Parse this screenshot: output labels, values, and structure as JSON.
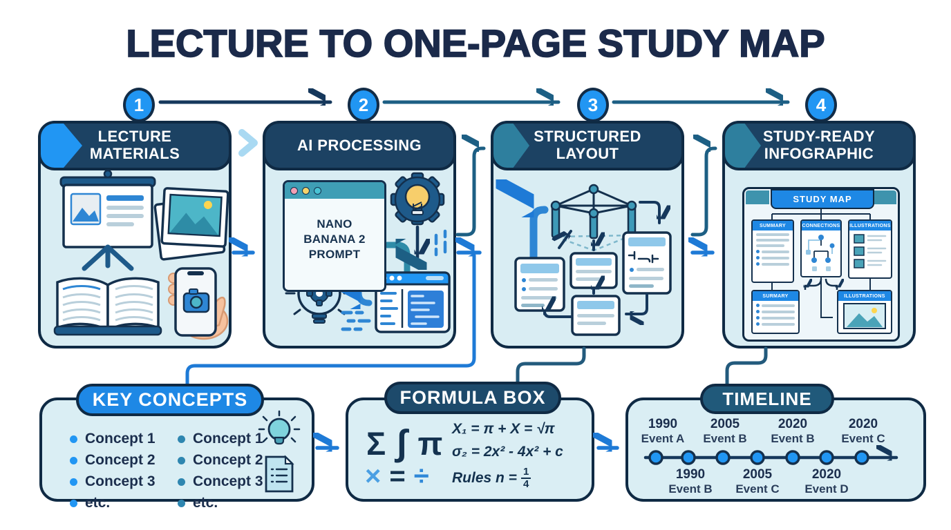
{
  "title": "LECTURE TO ONE-PAGE STUDY MAP",
  "steps": [
    {
      "number": "1",
      "label": "LECTURE MATERIALS"
    },
    {
      "number": "2",
      "label": "AI PROCESSING"
    },
    {
      "number": "3",
      "label": "STRUCTURED LAYOUT"
    },
    {
      "number": "4",
      "label": "STUDY-READY INFOGRAPHIC"
    }
  ],
  "ai_panel": {
    "prompt_lines": [
      "NANO",
      "BANANA 2",
      "PROMPT"
    ]
  },
  "study_map": {
    "banner": "STUDY MAP",
    "top_cards": [
      "SUMMARY",
      "CONNECTIONS",
      "ILLUSTRATIONS"
    ],
    "bottom_cards": [
      "SURMARY",
      "ILLUSTRATIONS"
    ]
  },
  "key_concepts": {
    "header": "KEY CONCEPTS",
    "columns": [
      [
        "Concept 1",
        "Concept 2",
        "Concept 3",
        "etc."
      ],
      [
        "Concept 1",
        "Concept 2",
        "Concept 3",
        "etc."
      ]
    ]
  },
  "formula_box": {
    "header": "FORMULA BOX",
    "symbols_row1": [
      "Σ",
      "∫",
      "π"
    ],
    "symbols_row2": [
      "×",
      "=",
      "÷"
    ],
    "line1": "X₁ = π + X = √π",
    "line2": "σ₂ = 2x² - 4x² + c",
    "line3_prefix": "Rules n =",
    "line3_fraction": {
      "numerator": "1",
      "denominator": "4"
    }
  },
  "timeline": {
    "header": "TIMELINE",
    "above": [
      {
        "year": "1990",
        "event": "Event A"
      },
      {
        "year": "2005",
        "event": "Event B"
      },
      {
        "year": "2020",
        "event": "Event B"
      },
      {
        "year": "2020",
        "event": "Event C"
      }
    ],
    "below": [
      {
        "year": "1990",
        "event": "Event B"
      },
      {
        "year": "2005",
        "event": "Event C"
      },
      {
        "year": "2020",
        "event": "Event D"
      }
    ]
  },
  "colors": {
    "title_navy": "#1b2a4a",
    "outline_navy": "#0f2a44",
    "header_navy": "#1c4263",
    "panel_body": "#d9edf3",
    "bright_blue": "#2196f3",
    "teal_accent": "#2e7f9e",
    "connector_teal": "#1d5f84",
    "dark_pill": "#1d4a6b",
    "light_chevron": "#a9d9f2",
    "yellow": "#ffd54f",
    "peach": "#f6c29e"
  },
  "icons": [
    "presentation-easel-icon",
    "stacked-photos-icon",
    "open-book-icon",
    "phone-camera-icon",
    "gear-bulb-icon",
    "prompt-window-icon",
    "bulb-gear-icon",
    "code-window-icon",
    "network-structure-icon",
    "flow-cards-icon",
    "lightbulb-icon",
    "notes-icon",
    "timeline-arrow-icon"
  ]
}
